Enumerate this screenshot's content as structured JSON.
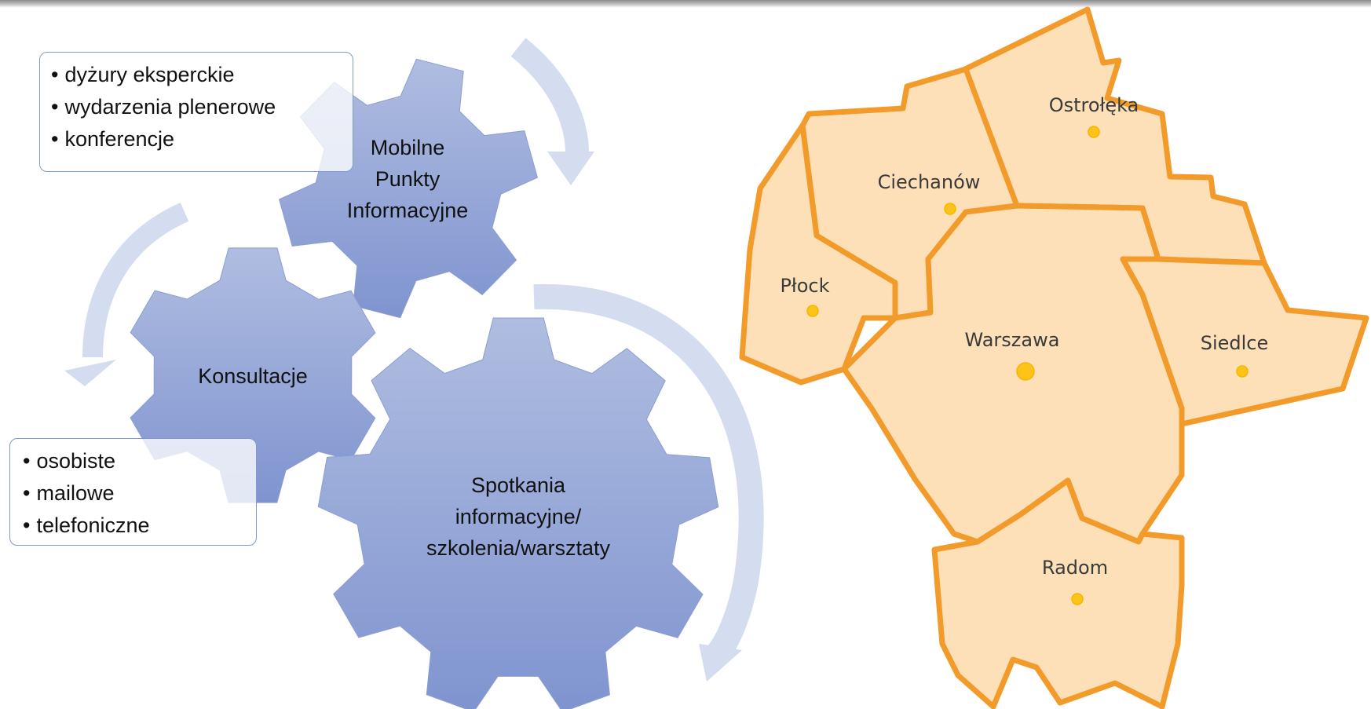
{
  "gears": {
    "mobile": [
      "Mobilne",
      "Punkty",
      "Informacyjne"
    ],
    "consult": [
      "Konsultacje"
    ],
    "meetings": [
      "Spotkania",
      "informacyjne/",
      "szkolenia/warsztaty"
    ]
  },
  "boxes": {
    "mobile_items": [
      "dyżury eksperckie",
      "wydarzenia plenerowe",
      "konferencje"
    ],
    "consult_items": [
      "osobiste",
      "mailowe",
      "telefoniczne"
    ]
  },
  "map": {
    "regions": [
      "Ostrołęka",
      "Ciechanów",
      "Płock",
      "Warszawa",
      "Siedlce",
      "Radom"
    ]
  },
  "colors": {
    "gear_light": "#aebbe0",
    "gear_dark": "#7e93cf",
    "arrow": "#d4dcf0",
    "region_fill": "#fde0b8",
    "region_stroke": "#f39b2a",
    "city_dot": "#fcc419"
  }
}
